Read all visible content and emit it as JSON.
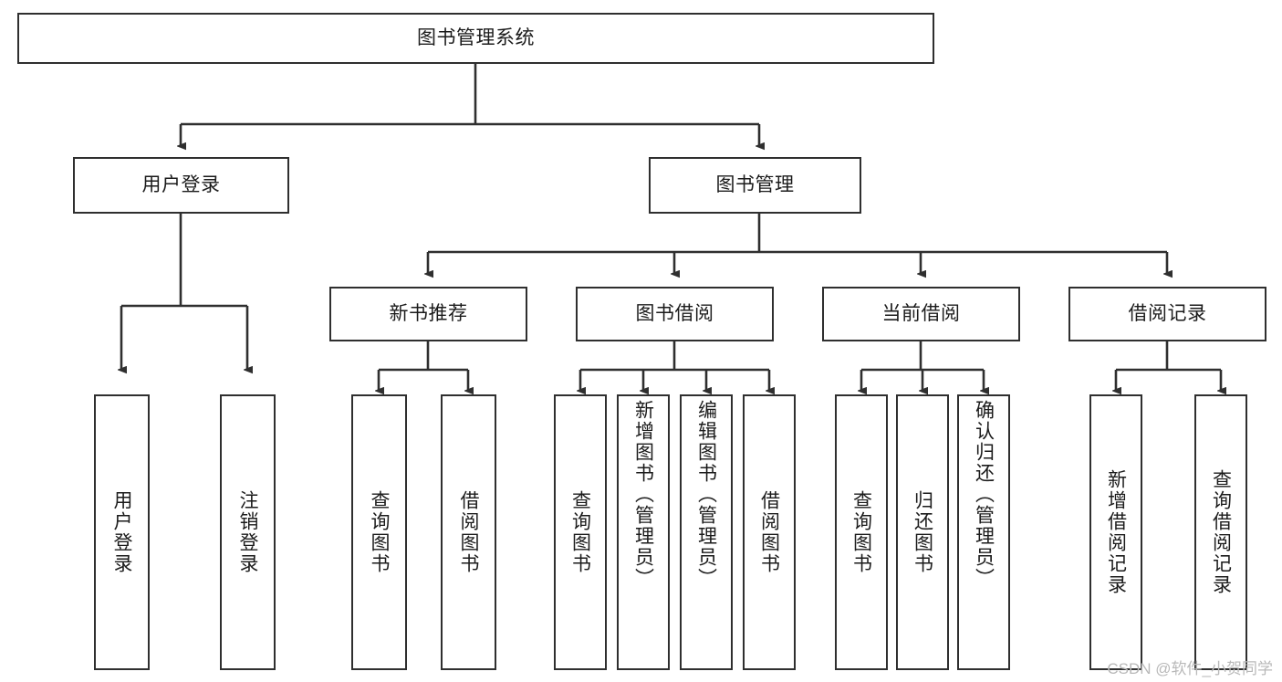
{
  "diagram": {
    "type": "tree-hierarchy",
    "title": "图书管理系统",
    "watermark": "CSDN @软件_小贺同学",
    "colors": {
      "box_border": "#2f2f2f",
      "box_fill": "#ffffff",
      "edge": "#2f2f2f",
      "text": "#1b1b1b",
      "watermark": "#b9b9b9"
    },
    "levels": {
      "root": {
        "label": "图书管理系统"
      },
      "level2": [
        {
          "id": "user-login",
          "label": "用户登录"
        },
        {
          "id": "book-manage",
          "label": "图书管理"
        }
      ],
      "level3": [
        {
          "id": "new-book-recommend",
          "label": "新书推荐"
        },
        {
          "id": "book-borrow",
          "label": "图书借阅"
        },
        {
          "id": "current-borrow",
          "label": "当前借阅"
        },
        {
          "id": "borrow-record",
          "label": "借阅记录"
        }
      ],
      "leaves": {
        "user-login": [
          {
            "id": "leaf-user-login",
            "label": "用户登录"
          },
          {
            "id": "leaf-logout",
            "label": "注销登录"
          }
        ],
        "new-book-recommend": [
          {
            "id": "leaf-query-book-1",
            "label": "查询图书"
          },
          {
            "id": "leaf-borrow-book-1",
            "label": "借阅图书"
          }
        ],
        "book-borrow": [
          {
            "id": "leaf-query-book-2",
            "label": "查询图书"
          },
          {
            "id": "leaf-add-book",
            "label": "新增图书（管理员）"
          },
          {
            "id": "leaf-edit-book",
            "label": "编辑图书（管理员）"
          },
          {
            "id": "leaf-borrow-book-2",
            "label": "借阅图书"
          }
        ],
        "current-borrow": [
          {
            "id": "leaf-query-book-3",
            "label": "查询图书"
          },
          {
            "id": "leaf-return-book",
            "label": "归还图书"
          },
          {
            "id": "leaf-confirm-return",
            "label": "确认归还（管理员）"
          }
        ],
        "borrow-record": [
          {
            "id": "leaf-add-record",
            "label": "新增借阅记录"
          },
          {
            "id": "leaf-query-record",
            "label": "查询借阅记录"
          }
        ]
      }
    }
  }
}
